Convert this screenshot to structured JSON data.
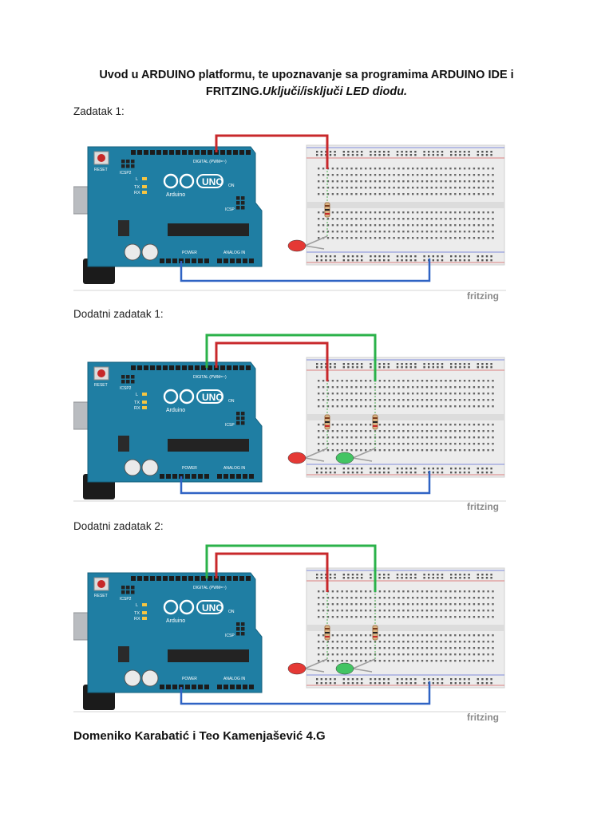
{
  "document": {
    "title_line1": "Uvod u ARDUINO platformu, te upoznavanje sa programima ARDUINO IDE i",
    "title_line2_plain": "FRITZING.",
    "title_line2_italic": "Uključi/isključi LED diodu.",
    "footer": "Domeniko Karabatić i Teo Kamenjašević 4.G"
  },
  "figures": [
    {
      "label": "Zadatak 1:",
      "watermark": "fritzing",
      "leds": [
        "red"
      ],
      "board_text": {
        "logo": "UNO",
        "brand": "Arduino",
        "reset": "RESET",
        "icsp": "ICSP",
        "icsp2": "ICSP2",
        "tx": "TX",
        "rx": "RX",
        "l": "L",
        "digital": "DIGITAL (PWM=~)",
        "power": "POWER",
        "analog": "ANALOG IN",
        "on": "ON"
      }
    },
    {
      "label": "Dodatni zadatak 1:",
      "watermark": "fritzing",
      "leds": [
        "red",
        "green"
      ],
      "board_text": {
        "logo": "UNO",
        "brand": "Arduino",
        "reset": "RESET",
        "icsp": "ICSP",
        "icsp2": "ICSP2",
        "tx": "TX",
        "rx": "RX",
        "l": "L",
        "digital": "DIGITAL (PWM=~)",
        "power": "POWER",
        "analog": "ANALOG IN",
        "on": "ON"
      }
    },
    {
      "label": "Dodatni zadatak 2:",
      "watermark": "fritzing",
      "leds": [
        "red",
        "green"
      ],
      "board_text": {
        "logo": "UNO",
        "brand": "Arduino",
        "reset": "RESET",
        "icsp": "ICSP",
        "icsp2": "ICSP2",
        "tx": "TX",
        "rx": "RX",
        "l": "L",
        "digital": "DIGITAL (PWM=~)",
        "power": "POWER",
        "analog": "ANALOG IN",
        "on": "ON"
      }
    }
  ],
  "colors": {
    "board": "#1f7ea3",
    "board_dark": "#15607e",
    "wire_red": "#c8282b",
    "wire_green": "#2bb24a",
    "wire_blue": "#2f63c4",
    "led_red": "#e53935",
    "led_green": "#43c463",
    "breadboard": "#ececec",
    "rail_red": "#d75b5b",
    "rail_blue": "#5b6bd7"
  }
}
